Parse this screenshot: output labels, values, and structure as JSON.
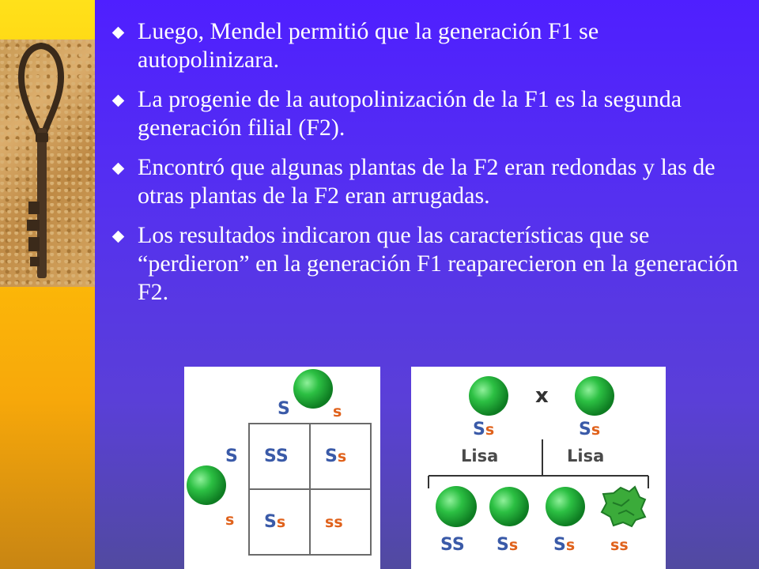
{
  "bullets": [
    "Luego, Mendel permitió que la generación F1 se autopolinizara.",
    "La progenie de la autopolinización de la F1 es la segunda generación filial (F2).",
    "Encontró que algunas plantas de la F2 eran redondas y las de otras plantas de la F2 eran arrugadas.",
    "Los resultados indicaron que las características que se “perdieron” en la generación F1 reaparecieron en la generación F2."
  ],
  "figure_punnett": {
    "top_gametes": [
      "S",
      "s"
    ],
    "side_gametes": [
      "S",
      "s"
    ],
    "cells": [
      [
        "SS",
        "Ss"
      ],
      [
        "Ss",
        "ss"
      ]
    ]
  },
  "figure_cross": {
    "cross_symbol": "x",
    "parents": [
      {
        "genotype": "Ss",
        "phenotype": "Lisa"
      },
      {
        "genotype": "Ss",
        "phenotype": "Lisa"
      }
    ],
    "offspring": [
      {
        "genotype": "SS",
        "shape": "smooth"
      },
      {
        "genotype": "Ss",
        "shape": "smooth"
      },
      {
        "genotype": "Ss",
        "shape": "smooth"
      },
      {
        "genotype": "ss",
        "shape": "wrinkled"
      }
    ]
  },
  "colors": {
    "dominant_allele": "#3a5aa8",
    "recessive_allele": "#e0621c",
    "pea_green": "#22b33a",
    "bullet_text": "#ffffff"
  },
  "icons": {
    "bullet": "diamond-icon",
    "decorative_photo": "old-key-icon"
  }
}
